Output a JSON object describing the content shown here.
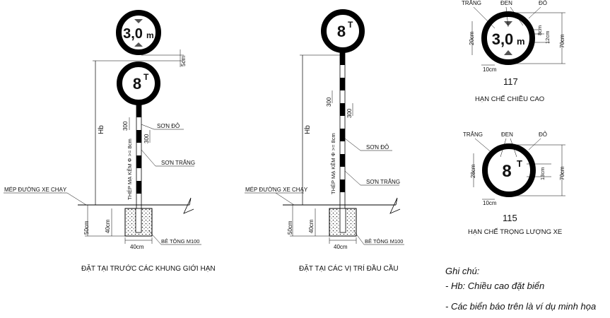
{
  "left_assembly": {
    "sign_top_text": "3,0",
    "sign_top_unit": "m",
    "sign_bottom_text": "8",
    "sign_bottom_sup": "T",
    "gap_label": "5cm",
    "hb_label": "Hb",
    "seg1": "300",
    "seg2": "300",
    "red_paint": "SƠN ĐỎ",
    "white_paint": "SƠN TRẮNG",
    "pole_label": "THÉP MẠ KẼM Φ >= 8cm",
    "road_edge": "MÉP ĐƯỜNG XE CHẠY",
    "depth50": "50cm",
    "depth40": "40cm",
    "width40": "40cm",
    "concrete": "BÊ TÔNG M100",
    "caption": "ĐẶT TẠI TRƯỚC CÁC KHUNG GIỚI HẠN"
  },
  "middle_assembly": {
    "sign_text": "8",
    "sign_sup": "T",
    "hb_label": "Hb",
    "seg1": "300",
    "seg2": "300",
    "red_paint": "SƠN ĐỎ",
    "white_paint": "SƠN TRẮNG",
    "pole_label": "THÉP MẠ KẼM Φ >= 8cm",
    "road_edge": "MÉP ĐƯỜNG XE CHẠY",
    "depth50": "50cm",
    "depth40": "40cm",
    "width40": "40cm",
    "concrete": "BÊ TÔNG M100",
    "caption": "ĐẶT TẠI CÁC VỊ TRÍ ĐẦU CẦU"
  },
  "sign_117": {
    "label_white": "TRẮNG",
    "label_black": "ĐEN",
    "label_red": "ĐỎ",
    "sign_text": "3,0",
    "sign_unit": "m",
    "dim_20": "20cm",
    "dim_8": "8cm",
    "dim_12": "12cm",
    "dim_70": "70cm",
    "dim_10": "10cm",
    "number": "117",
    "title": "HẠN CHẾ CHIỀU CAO"
  },
  "sign_115": {
    "label_white": "TRẮNG",
    "label_black": "ĐEN",
    "label_red": "ĐỎ",
    "sign_text": "8",
    "sign_sup": "T",
    "dim_28": "28cm",
    "dim_13": "13cm",
    "dim_70": "70cm",
    "dim_10": "10cm",
    "number": "115",
    "title": "HẠN CHẾ TRỌNG LƯỢNG XE"
  },
  "notes": {
    "heading": "Ghi chú:",
    "line1": "- Hb: Chiều cao đặt biển",
    "line2": "- Các biển báo trên là ví dụ minh họa"
  }
}
